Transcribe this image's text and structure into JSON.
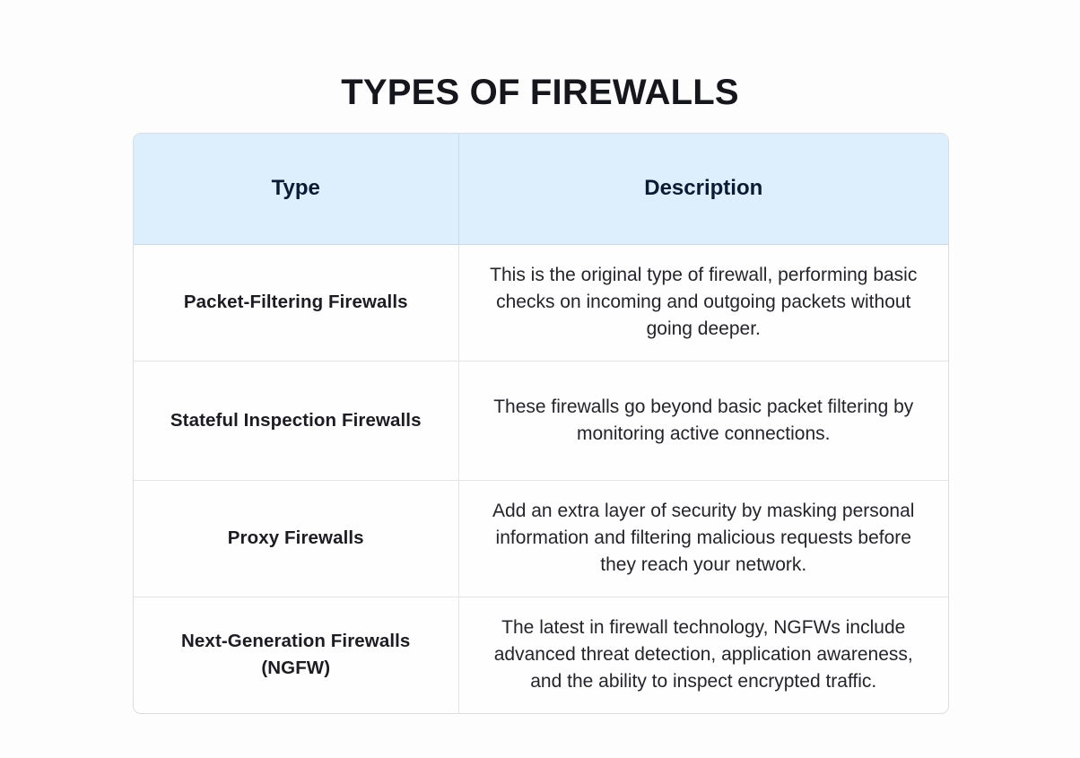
{
  "document": {
    "title": "TYPES OF FIREWALLS",
    "background_color": "#fdfdfd",
    "title_color": "#16161d"
  },
  "table": {
    "header_background": "#ddeefc",
    "header_text_color": "#0c1b33",
    "border_color": "#dcdde2",
    "columns": [
      {
        "key": "type",
        "label": "Type"
      },
      {
        "key": "description",
        "label": "Description"
      }
    ],
    "rows": [
      {
        "type": "Packet-Filtering Firewalls",
        "description": "This is the original type of firewall, performing basic checks on incoming and outgoing packets without going deeper."
      },
      {
        "type": "Stateful Inspection Firewalls",
        "description": "These firewalls go beyond basic packet filtering by monitoring active connections."
      },
      {
        "type": "Proxy Firewalls",
        "description": "Add an extra layer of security by masking personal information and filtering malicious requests before they reach your network."
      },
      {
        "type": "Next-Generation Firewalls (NGFW)",
        "description": "The latest in firewall technology, NGFWs include advanced threat detection, application awareness, and the ability to inspect encrypted traffic."
      }
    ]
  }
}
